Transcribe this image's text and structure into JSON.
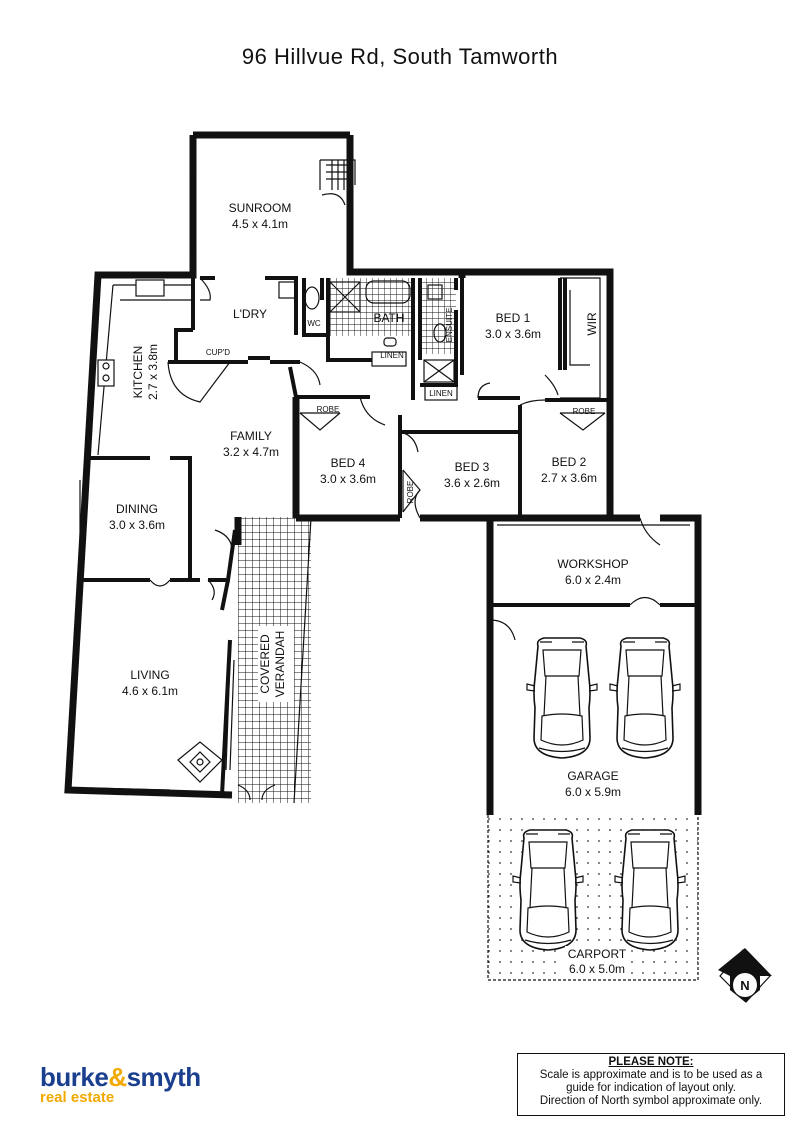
{
  "title": "96 Hillvue Rd, South Tamworth",
  "rooms": {
    "sunroom": {
      "name": "SUNROOM",
      "size": "4.5 x 4.1m"
    },
    "laundry": {
      "name": "L'DRY"
    },
    "cupboard": {
      "name": "CUP'D"
    },
    "wc": {
      "name": "WC"
    },
    "bath": {
      "name": "BATH"
    },
    "ensuite": {
      "name": "ENSUITE"
    },
    "linen1": {
      "name": "LINEN"
    },
    "linen2": {
      "name": "LINEN"
    },
    "bed1": {
      "name": "BED 1",
      "size": "3.0 x 3.6m"
    },
    "wir": {
      "name": "WIR"
    },
    "kitchen": {
      "name": "KITCHEN",
      "size": "2.7 x 3.8m"
    },
    "family": {
      "name": "FAMILY",
      "size": "3.2 x 4.7m"
    },
    "robe1": {
      "name": "ROBE"
    },
    "robe2": {
      "name": "ROBE"
    },
    "robe3": {
      "name": "ROBE"
    },
    "bed4": {
      "name": "BED 4",
      "size": "3.0 x 3.6m"
    },
    "bed3": {
      "name": "BED 3",
      "size": "3.6 x 2.6m"
    },
    "bed2": {
      "name": "BED 2",
      "size": "2.7 x 3.6m"
    },
    "dining": {
      "name": "DINING",
      "size": "3.0 x 3.6m"
    },
    "living": {
      "name": "LIVING",
      "size": "4.6 x 6.1m"
    },
    "verandah": {
      "name1": "COVERED",
      "name2": "VERANDAH"
    },
    "workshop": {
      "name": "WORKSHOP",
      "size": "6.0 x 2.4m"
    },
    "garage": {
      "name": "GARAGE",
      "size": "6.0 x 5.9m"
    },
    "carport": {
      "name": "CARPORT",
      "size": "6.0 x 5.0m"
    }
  },
  "north": {
    "label": "N",
    "icon": "north-arrow-icon"
  },
  "note": {
    "heading": "PLEASE NOTE:",
    "line1": "Scale is approximate and is to be used as a",
    "line2": "guide for indication of layout only.",
    "line3": "Direction of North symbol approximate only."
  },
  "logo": {
    "word1": "burke",
    "amp": "&",
    "word2": "smyth",
    "sub": "real estate",
    "color_primary": "#1b3f8f",
    "color_accent": "#f2a900"
  }
}
